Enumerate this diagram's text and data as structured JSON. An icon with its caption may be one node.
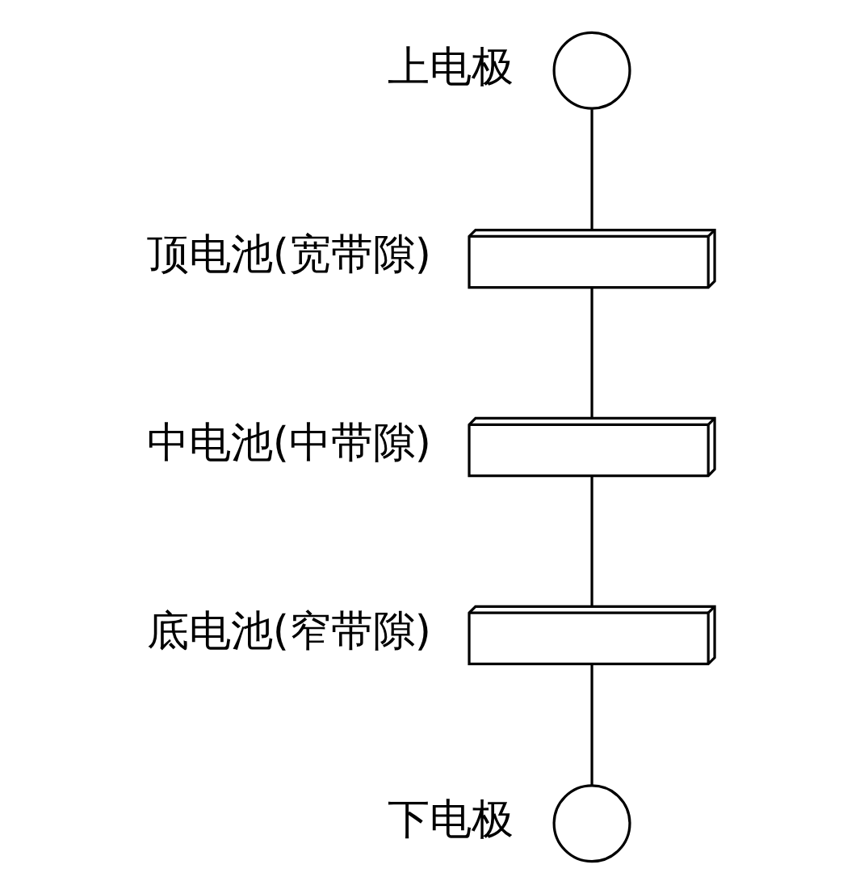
{
  "diagram": {
    "nodes": [
      {
        "text": [],
        "shape": "circle",
        "beside": [
          "上电极"
        ]
      },
      {
        "text": [],
        "shape": "box",
        "beside": [
          "顶电池(宽带隙)"
        ]
      },
      {
        "text": [],
        "shape": "box",
        "beside": [
          "中电池(中带隙)"
        ]
      },
      {
        "text": [],
        "shape": "box",
        "beside": [
          "底电池(窄带隙)"
        ]
      },
      {
        "text": [],
        "shape": "circle",
        "beside": [
          "下电极"
        ]
      }
    ],
    "edges": [
      {
        "from": 0,
        "to": 1,
        "arrow": "none"
      },
      {
        "from": 1,
        "to": 2,
        "arrow": "none"
      },
      {
        "from": 2,
        "to": 3,
        "arrow": "none"
      },
      {
        "from": 3,
        "to": 4,
        "arrow": "none"
      }
    ]
  }
}
